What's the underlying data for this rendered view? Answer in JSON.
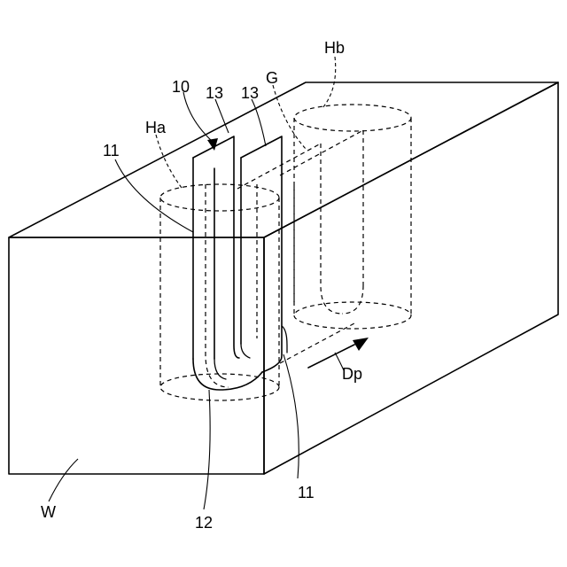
{
  "labels": {
    "workpiece": "W",
    "tool": "10",
    "side_portion_left": "11",
    "side_portion_right": "11",
    "bottom_portion": "12",
    "blade_a": "13",
    "blade_b": "13",
    "hole_a": "Ha",
    "hole_b": "Hb",
    "groove": "G",
    "direction": "Dp"
  }
}
